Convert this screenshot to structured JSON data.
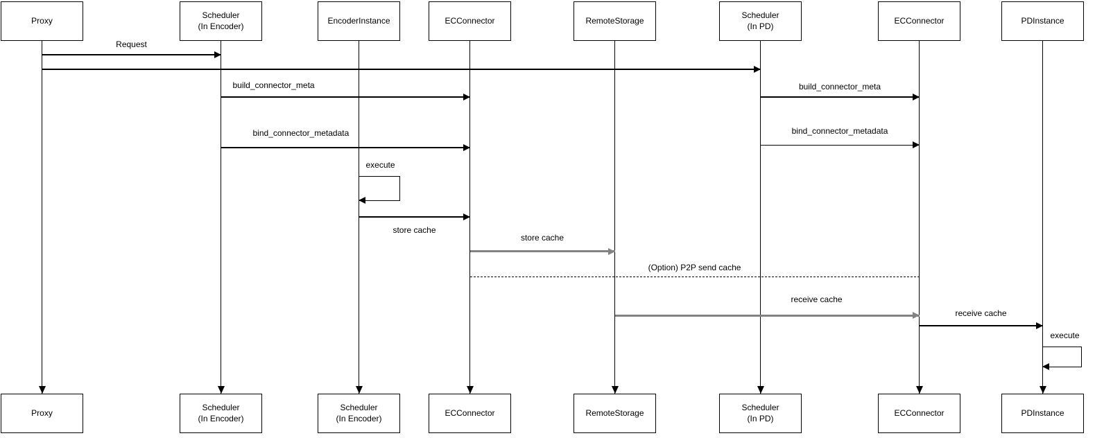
{
  "diagram_type": "uml-sequence-diagram",
  "colors": {
    "background": "#ffffff",
    "line": "#000000",
    "secondary_line": "#828282",
    "box_fill": "#ffffff",
    "text": "#000000"
  },
  "participants": [
    {
      "top_label": "Proxy",
      "bottom_label": "Proxy"
    },
    {
      "top_label": "Scheduler\n(In Encoder)",
      "bottom_label": "Scheduler\n(In Encoder)"
    },
    {
      "top_label": "EncoderInstance",
      "bottom_label": "Scheduler\n(In Encoder)"
    },
    {
      "top_label": "ECConnector",
      "bottom_label": "ECConnector"
    },
    {
      "top_label": "RemoteStorage",
      "bottom_label": "RemoteStorage"
    },
    {
      "top_label": "Scheduler\n(In PD)",
      "bottom_label": "Scheduler\n(In PD)"
    },
    {
      "top_label": "ECConnector",
      "bottom_label": "ECConnector"
    },
    {
      "top_label": "PDInstance",
      "bottom_label": "PDInstance"
    }
  ],
  "messages": [
    {
      "label": "Request",
      "from": "Proxy",
      "to": "Scheduler (In Encoder)",
      "style": "solid"
    },
    {
      "label": "",
      "from": "Proxy",
      "to": "Scheduler (In PD)",
      "style": "solid"
    },
    {
      "label": "build_connector_meta",
      "from": "Scheduler (In Encoder)",
      "to": "ECConnector",
      "style": "solid"
    },
    {
      "label": "build_connector_meta",
      "from": "Scheduler (In PD)",
      "to": "ECConnector",
      "style": "solid"
    },
    {
      "label": "bind_connector_metadata",
      "from": "Scheduler (In Encoder)",
      "to": "ECConnector",
      "style": "solid"
    },
    {
      "label": "bind_connector_metadata",
      "from": "Scheduler (In PD)",
      "to": "ECConnector",
      "style": "solid"
    },
    {
      "label": "execute",
      "from": "EncoderInstance",
      "to": "EncoderInstance",
      "style": "self"
    },
    {
      "label": "store cache",
      "from": "EncoderInstance",
      "to": "ECConnector",
      "style": "solid"
    },
    {
      "label": "store cache",
      "from": "ECConnector",
      "to": "RemoteStorage",
      "style": "gray"
    },
    {
      "label": "(Option) P2P send cache",
      "from": "ECConnector",
      "to": "ECConnector (PD)",
      "style": "dashed"
    },
    {
      "label": "receive cache",
      "from": "RemoteStorage",
      "to": "ECConnector (PD)",
      "style": "gray"
    },
    {
      "label": "receive cache",
      "from": "ECConnector (PD)",
      "to": "PDInstance",
      "style": "solid"
    },
    {
      "label": "execute",
      "from": "PDInstance",
      "to": "PDInstance",
      "style": "self"
    }
  ]
}
